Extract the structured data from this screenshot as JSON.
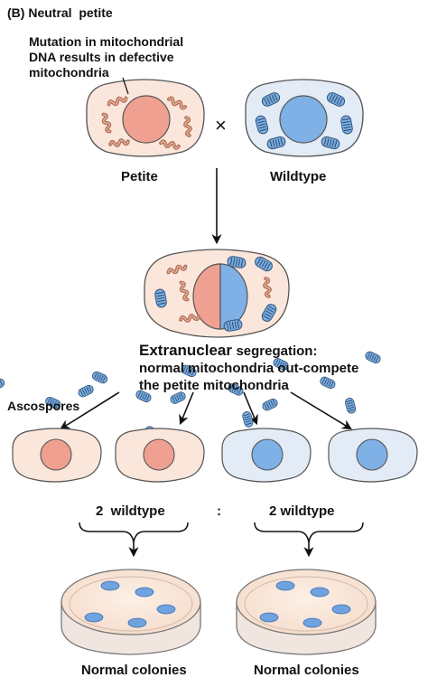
{
  "panel_label": "(B)",
  "panel_title": "Neutral  petite",
  "mutation_note": [
    "Mutation in mitochondrial",
    "DNA results in defective",
    "mitochondria"
  ],
  "cross_symbol": "×",
  "parent_left": "Petite",
  "parent_right": "Wildtype",
  "segregation_title": "Extranuclear",
  "segregation_rest": "segregation:",
  "segregation_line2": "normal mitochondria out-compete",
  "segregation_line3": "the petite mitochondria",
  "ascospores_label": "Ascospores",
  "ratio_left": "2  wildtype",
  "ratio_sep": ":",
  "ratio_right": "2 wildtype",
  "colonies_left": "Normal colonies",
  "colonies_right": "Normal colonies",
  "colors": {
    "petite_nucleus": "#f0a090",
    "wild_nucleus": "#7fb0e6",
    "petite_cell": "#fbe6dc",
    "wild_cell": "#e3ecf6",
    "mito_defective": "#c8846a",
    "mito_normal": "#7aaee0",
    "colony": "#6fa3e0"
  }
}
